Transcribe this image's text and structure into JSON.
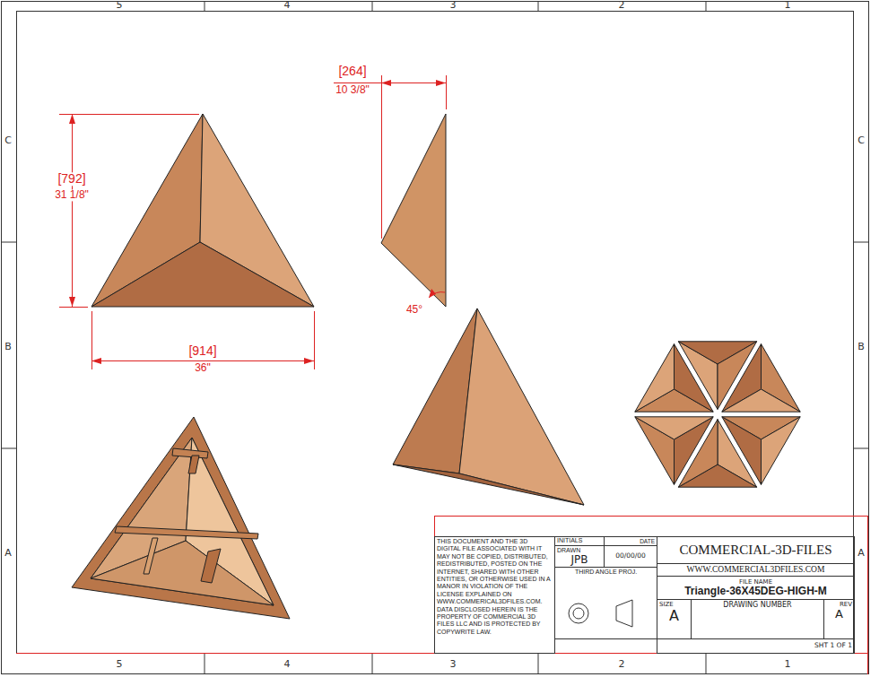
{
  "diagram": {
    "nodes": [
      {
        "text": [
          "THIS DOCUMENT AND THE 3D DIGITAL FILE ASSOCIATED WITH IT MAY NOT BE COPIED, DISTRIBUTED, REDISTRIBUTED, POSTED ON THE INTERNET, SHARED WITH OTHER ENTITIES, OR OTHERWISE USED IN A MANOR IN VIOLATION OF THE LICENSE EXPLAINED ON WWW.COMMERICAL3DFILES.COM. DATA DISCLOSED HEREIN IS THE PROPERTY OF COMMERCIAL 3D FILES LLC AND IS PROTECTED BY COPYWRITE LAW."
        ]
      },
      {
        "text": [
          "INITIALS"
        ]
      },
      {
        "text": [
          "DATE"
        ]
      },
      {
        "text": [
          "DRAWN",
          "JPB"
        ]
      },
      {
        "text": [
          "00/00/00"
        ]
      },
      {
        "text": [
          "THIRD ANGLE PROJ."
        ]
      },
      {
        "text": [
          "COMMERCIAL-3D-FILES"
        ]
      },
      {
        "text": [
          "WWW.COMMERCIAL3DFILES.COM"
        ]
      },
      {
        "text": [
          "FILE NAME",
          "Triangle-36X45DEG-HIGH-M"
        ]
      },
      {
        "text": [
          "SIZE",
          "A"
        ]
      },
      {
        "text": [
          "DRAWING NUMBER"
        ]
      },
      {
        "text": [
          "REV",
          "A"
        ]
      },
      {
        "text": [
          "SHT 1 OF 1"
        ]
      }
    ],
    "labels": [
      "5",
      "4",
      "3",
      "2",
      "1",
      "5",
      "4",
      "3",
      "2",
      "1",
      "C",
      "B",
      "A",
      "C",
      "B",
      "A",
      "[792]",
      "31 1/8\"",
      "[914]",
      "36\"",
      "[264]",
      "10 3/8\"",
      "45°"
    ]
  }
}
